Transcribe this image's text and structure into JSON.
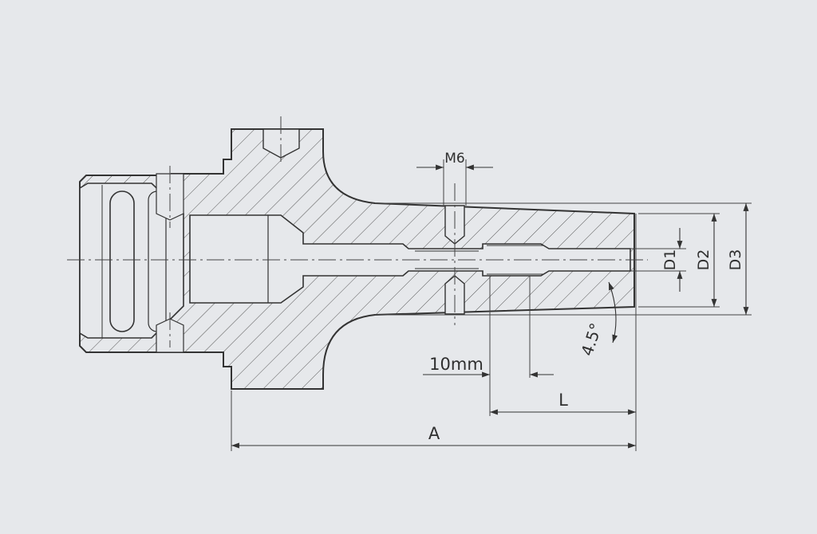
{
  "drawing": {
    "labels": {
      "thread": "M6",
      "d1": "D1",
      "d2": "D2",
      "d3": "D3",
      "depth": "10mm",
      "length_l": "L",
      "length_a": "A",
      "taper_angle": "4.5°"
    },
    "colors": {
      "background": "#e6e8eb",
      "line": "#3a3a3a",
      "hatch": "#4a4a4a"
    }
  }
}
